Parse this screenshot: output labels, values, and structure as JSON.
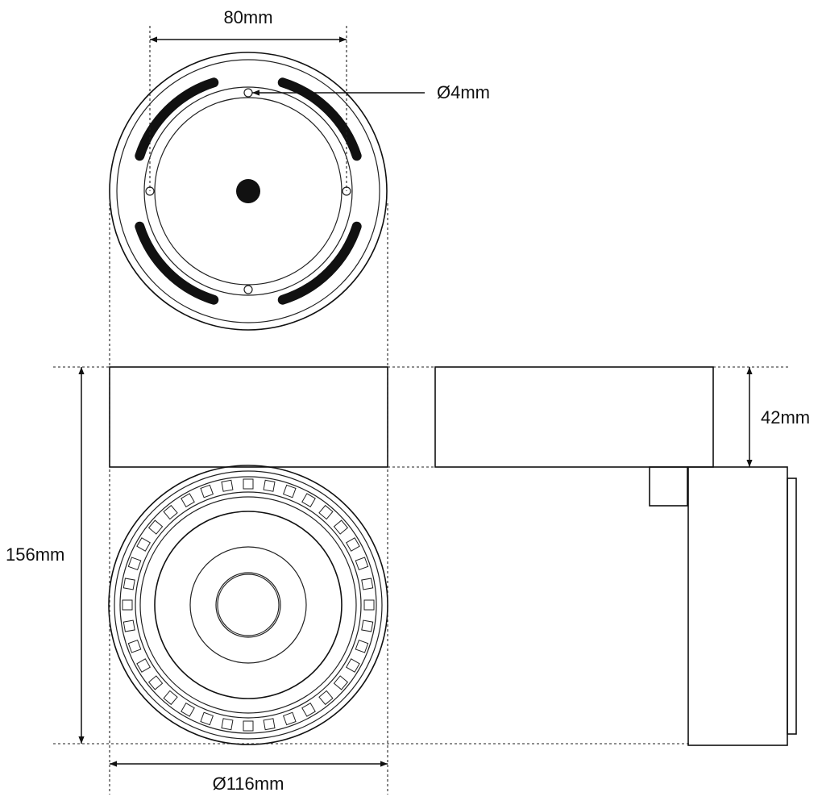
{
  "dimensions": {
    "top_width": "80mm",
    "hole_diameter": "Ø4mm",
    "mount_height": "42mm",
    "total_height": "156mm",
    "body_diameter": "Ø116mm"
  },
  "colors": {
    "line": "#111111",
    "background": "#ffffff"
  }
}
